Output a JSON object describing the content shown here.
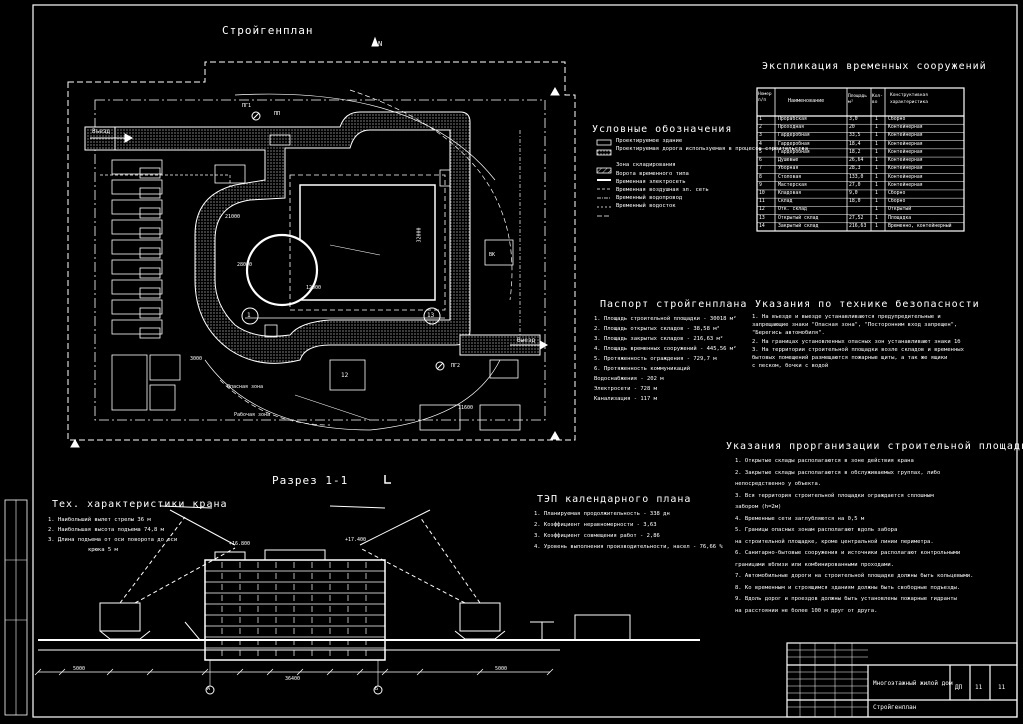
{
  "titles": {
    "main": "Стройгенплан",
    "north": "N",
    "legend": "Условные обозначения",
    "passport": "Паспорт стройгенплана",
    "safety": "Указания по технике безопасности",
    "explication": "Экспликация временных сооружений",
    "section": "Разрез 1-1",
    "crane": "Тех. характеристики крана",
    "tep": "ТЭП календарного плана",
    "organization": "Указания прорганизации строительной площадки"
  },
  "legend_items": [
    "Проектируемое здание",
    "Проектируемая дорога используемая в процессе строительства",
    "Зона складирования",
    "Ворота временного типа",
    "Временная электросеть",
    "Временная воздушная эл. сеть",
    "Временный водопровод",
    "Временный водосток"
  ],
  "passport_items": [
    "1. Площадь строительной площадки - 30018 м²",
    "2. Площадь открытых складов - 38,58 м²",
    "3. Площадь закрытых складов - 216,63 м²",
    "4. Площадь временных сооружений - 445,56 м²",
    "5. Протяженность ограждения - 729,7 м",
    "6. Протяженность коммуникаций",
    "Водоснабжения - 202 м",
    "Электросети - 728 м",
    "Канализация - 117 м"
  ],
  "safety_items": [
    "1. На въезде и выезде устанавливаются предупредительные и",
    "запрещающие знаки \"Опасная зона\", \"Посторонним вход запрещен\",",
    "\"Берегись автомобиля\".",
    "2. На границах установленных опасных зон устанавливают знаки 1б",
    "3. На территории строительной площадки возле складов и временных",
    "бытовых помещений размещаются пожарные щиты, а так же ящики",
    "с песком, бочки с водой"
  ],
  "organization_items": [
    "1. Открытые склады располагаются в зоне действия крана",
    "2. Закрытые склады располагаются в обслуживаемых группах, либо",
    "непосредственно у объекта.",
    "3. Вся территория строительной площадки ограждается сплошным",
    "забором (h=2м)",
    "4. Временные сети заглубляются на 0,5 м",
    "5. Границы опасных зонам располагают вдоль забора",
    "на строительной площадке, кроме центральной линии периметра.",
    "6. Санитарно-бытовые сооружения и источники располагают контрольными",
    "границами вблизи или комбинированными проходами.",
    "7. Автомобильные дороги на строительной площадке должны быть кольцевыми.",
    "8. Ко  временным и строящимся зданиям должны быть свободные подъезды.",
    "9. Вдоль дорог и проездов должны быть установлены пожарные гидранты",
    "на расстоянии не более 100 м друг от друга."
  ],
  "crane_items": [
    "1. Наибольший вылет стрелы 36 м",
    "2. Наибольшая высота подъема 74,8 м",
    "3. Длина подъема от оси поворота до оси",
    "крюка 5 м"
  ],
  "tep_items": [
    "1. Планируемая продолжительность - 338 дн",
    "2. Коэффициент неравномерности - 3,63",
    "3. Коэффициент совмещения работ - 2,86",
    "4. Уровень выполнения производительности, насел - 76,66 %"
  ],
  "explication_table": {
    "headers": [
      "Номер п/п",
      "Наименование",
      "Площадь м²",
      "Кол-во",
      "Конструктивная характеристика"
    ],
    "rows": [
      [
        "1",
        "Прорабская",
        "3,0",
        "1",
        "Сборно"
      ],
      [
        "2",
        "Проходная",
        "20",
        "1",
        "Контейнерная"
      ],
      [
        "3",
        "Гардеробная",
        "33,5",
        "1",
        "Контейнерная"
      ],
      [
        "4",
        "Гардеробная",
        "18,4",
        "1",
        "Контейнерная"
      ],
      [
        "5",
        "Гардеробная",
        "18,2",
        "1",
        "Контейнерная"
      ],
      [
        "6",
        "Душевые",
        "26,64",
        "1",
        "Контейнерная"
      ],
      [
        "7",
        "Уборная",
        "28,3",
        "1",
        "Контейнерная"
      ],
      [
        "8",
        "Столовая",
        "133,0",
        "1",
        "Контейнерная"
      ],
      [
        "9",
        "Мастерская",
        "27,0",
        "1",
        "Контейнерная"
      ],
      [
        "10",
        "Кладовая",
        "9,0",
        "1",
        "Сборно"
      ],
      [
        "11",
        "Склад",
        "18,0",
        "1",
        "Сборно"
      ],
      [
        "12",
        "Отк. склад",
        "",
        "1",
        "Открытый"
      ],
      [
        "13",
        "Открытый склад",
        "27,52",
        "1",
        "Площадка"
      ],
      [
        "14",
        "Закрытый склад",
        "216,63",
        "1",
        "Временно, контейнерный"
      ]
    ]
  },
  "plan_labels": {
    "gate_left": "Въезд",
    "gate_right": "Выезд",
    "danger_zone": "Опасная зона",
    "work_zone": "Рабочая зона",
    "pg1": "ПГ1",
    "pg2": "ПГ2",
    "pp": "ПП",
    "vk": "ВК",
    "lbl_1": "1",
    "lbl_12": "12",
    "lbl_13": "13",
    "dim_21000": "21000",
    "dim_28000": "28000",
    "dim_11600": "11600",
    "dim_32000": "32000",
    "dim_12000": "12000",
    "dim_3000": "3000"
  },
  "section_labels": {
    "elev_top": "+17.400",
    "elev_mid": "+16.800",
    "axis_a": "А",
    "axis_b": "Б",
    "dim_total": "36400",
    "dim_left": "5000",
    "dim_right": "5000"
  },
  "title_block": {
    "line1": "Многоэтажный жилой дом",
    "line2": "Стройгенплан",
    "stage": "ДП",
    "sheet": "11",
    "sheets": "11"
  },
  "colors": {
    "background": "#000000",
    "lines": "#ffffff",
    "fill_zone": "#bfbfbf"
  }
}
